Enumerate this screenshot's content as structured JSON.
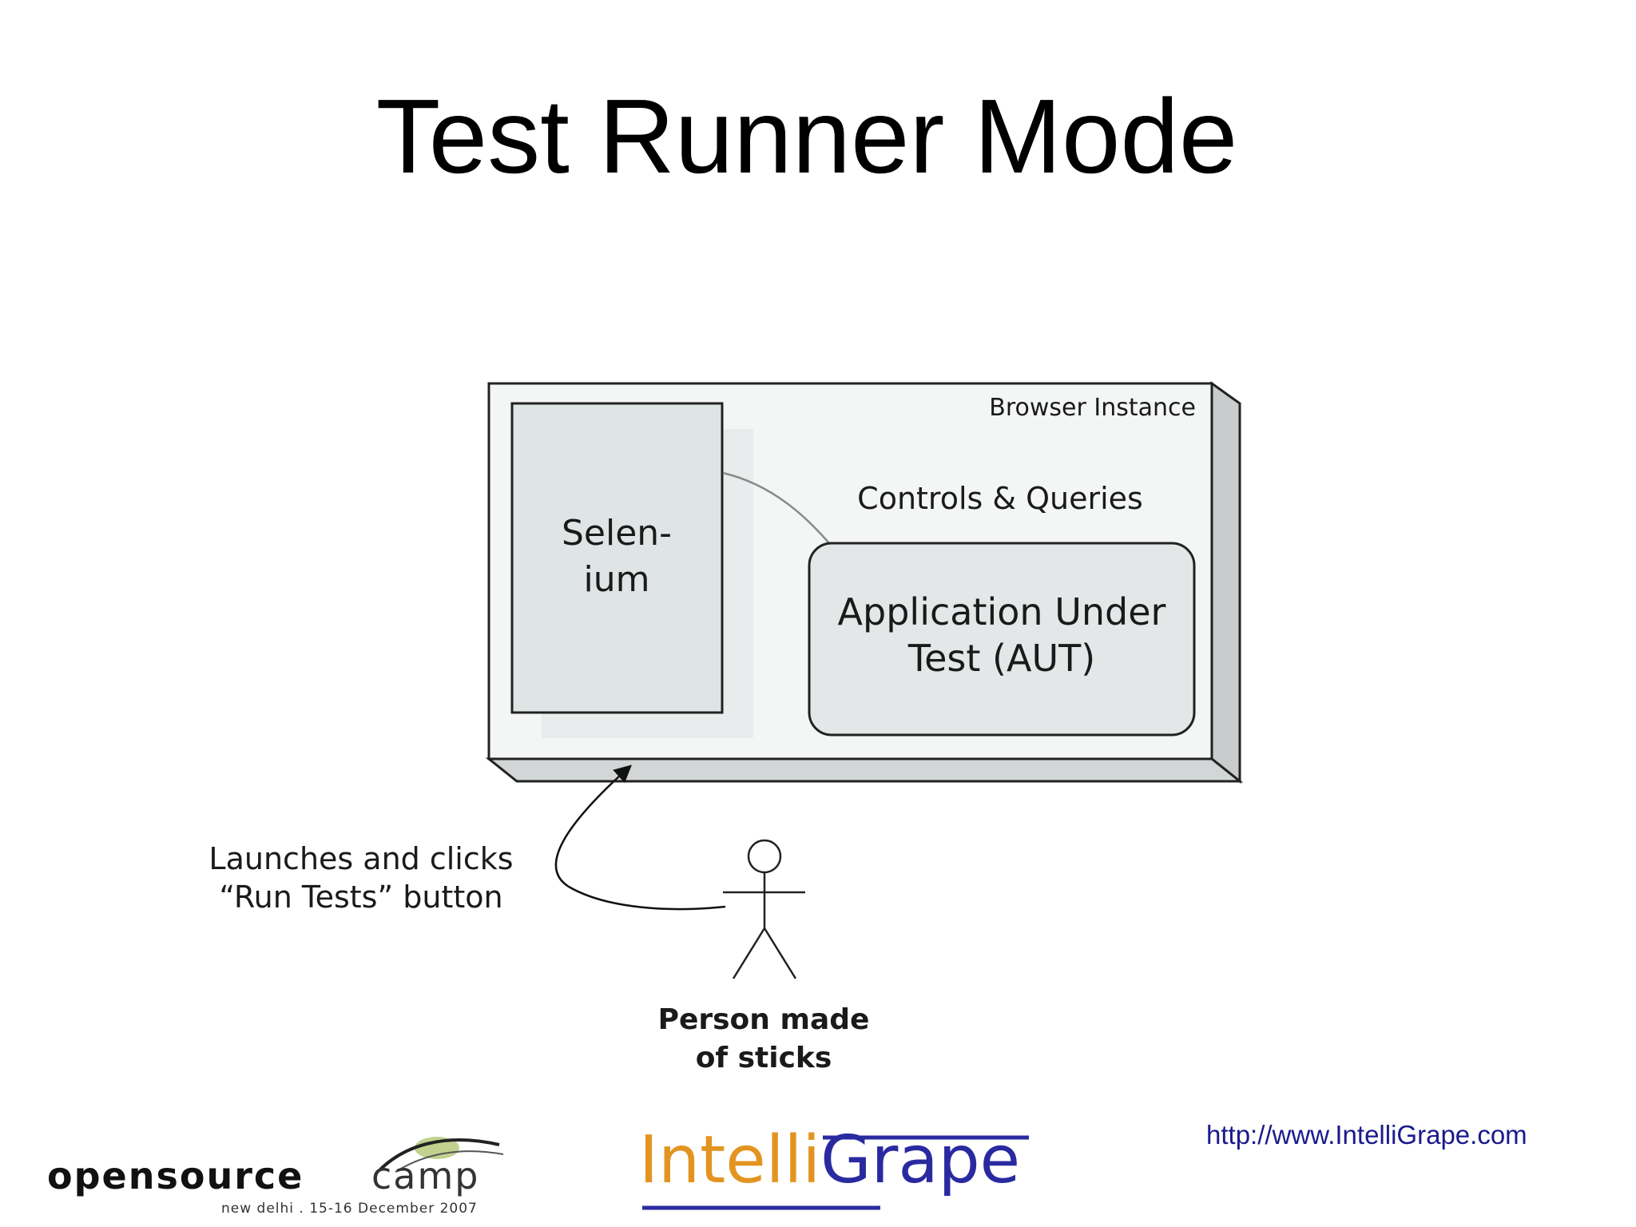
{
  "slide": {
    "title": "Test Runner Mode"
  },
  "diagram": {
    "browser_label": "Browser Instance",
    "selenium_line1": "Selen-",
    "selenium_line2": "ium",
    "edge_label": "Controls & Queries",
    "aut_line1": "Application Under",
    "aut_line2": "Test (AUT)",
    "launch_line1": "Launches and clicks",
    "launch_line2": "“Run Tests” button",
    "person_line1": "Person made",
    "person_line2": "of sticks"
  },
  "footer": {
    "url": "http://www.IntelliGrape.com",
    "osc_word": "opensource",
    "osc_camp": "camp",
    "osc_sub": "new delhi . 15-16 December 2007",
    "ig_intelli": "Intelli",
    "ig_grape": "Grape"
  },
  "colors": {
    "panel_fill": "#f4f6f6",
    "selenium_fill": "#dfe4e4",
    "aut_fill": "#e3e7e7",
    "url_color": "#1a1a8c",
    "ig_orange": "#e39420",
    "ig_blue": "#2a2aa0"
  }
}
